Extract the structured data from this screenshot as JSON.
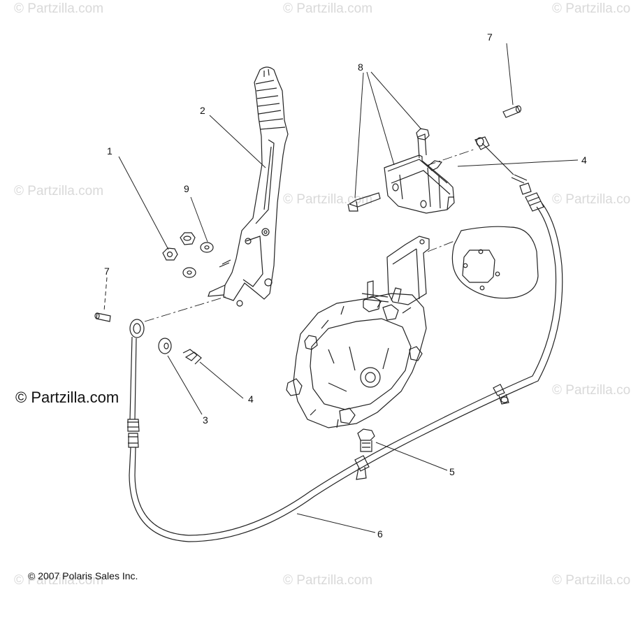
{
  "watermarks": {
    "text": "© Partzilla.com",
    "prominent": "© Partzilla.com"
  },
  "callouts": {
    "c1": "1",
    "c2": "2",
    "c3": "3",
    "c4a": "4",
    "c4b": "4",
    "c5": "5",
    "c6": "6",
    "c7a": "7",
    "c7b": "7",
    "c8": "8",
    "c9": "9"
  },
  "copyright": "© 2007 Polaris Sales Inc.",
  "colors": {
    "line": "#222222",
    "watermark": "#d9d9d9"
  }
}
